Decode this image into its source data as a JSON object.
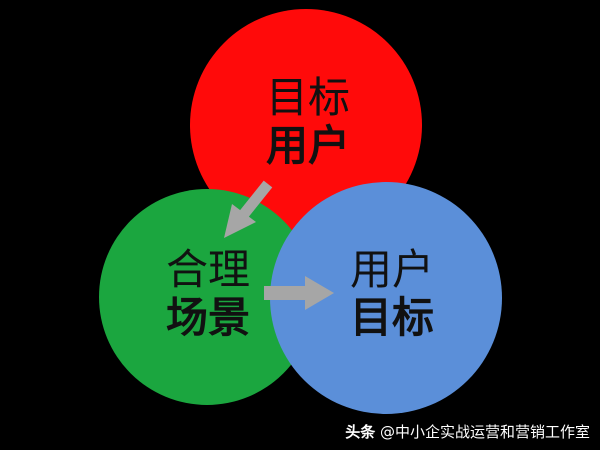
{
  "diagram": {
    "circles": [
      {
        "id": "top",
        "line1": "目标",
        "line2": "用户",
        "color": "#ff0a0a"
      },
      {
        "id": "left",
        "line1": "合理",
        "line2": "场景",
        "color": "#1ba63f"
      },
      {
        "id": "right",
        "line1": "用户",
        "line2": "目标",
        "color": "#5b8fd9"
      }
    ],
    "arrow_color": "#a6a6a6"
  },
  "watermark": {
    "brand": "头条",
    "account": "@中小企实战运营和营销工作室"
  }
}
